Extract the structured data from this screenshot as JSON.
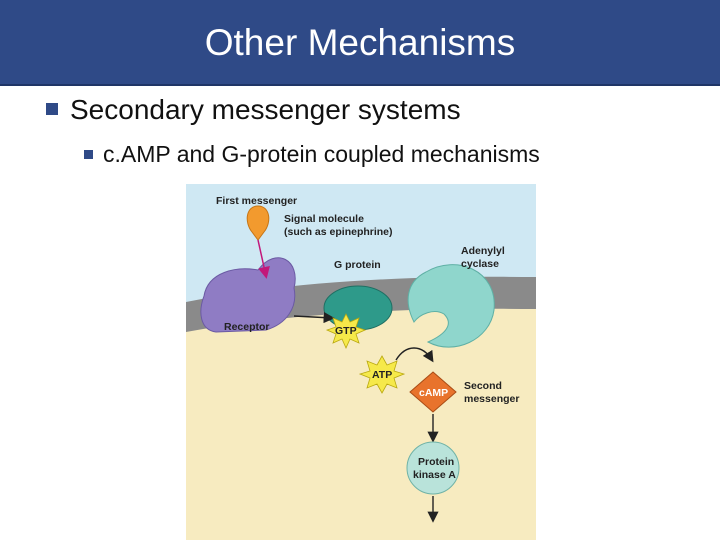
{
  "slide": {
    "title": "Other Mechanisms",
    "bullets": [
      {
        "level": 1,
        "text": "Secondary messenger systems"
      },
      {
        "level": 2,
        "text": "c.AMP and G-protein coupled mechanisms"
      }
    ]
  },
  "figure": {
    "labels": {
      "first_messenger": "First messenger",
      "signal_molecule_1": "Signal molecule",
      "signal_molecule_2": "(such as epinephrine)",
      "g_protein": "G protein",
      "adenylyl_1": "Adenylyl",
      "adenylyl_2": "cyclase",
      "receptor": "Receptor",
      "gtp": "GTP",
      "atp": "ATP",
      "camp": "cAMP",
      "second_messenger_1": "Second",
      "second_messenger_2": "messenger",
      "protein_kinase_1": "Protein",
      "protein_kinase_2": "kinase A"
    },
    "colors": {
      "extracellular": "#cfe8f3",
      "cytoplasm": "#f7ebc0",
      "membrane": "#8a8a8a",
      "receptor": "#8f7cc4",
      "g_protein": "#2e9a8a",
      "adenylyl_cyclase": "#8fd6cc",
      "signal_molecule": "#f29a2e",
      "star": "#f6e94a",
      "camp": "#e8732c",
      "protein_kinase": "#b9e3da",
      "arrow": "#c2187a"
    }
  },
  "theme": {
    "title_bar": "#2f4a87",
    "bullet": "#2f4a87"
  }
}
